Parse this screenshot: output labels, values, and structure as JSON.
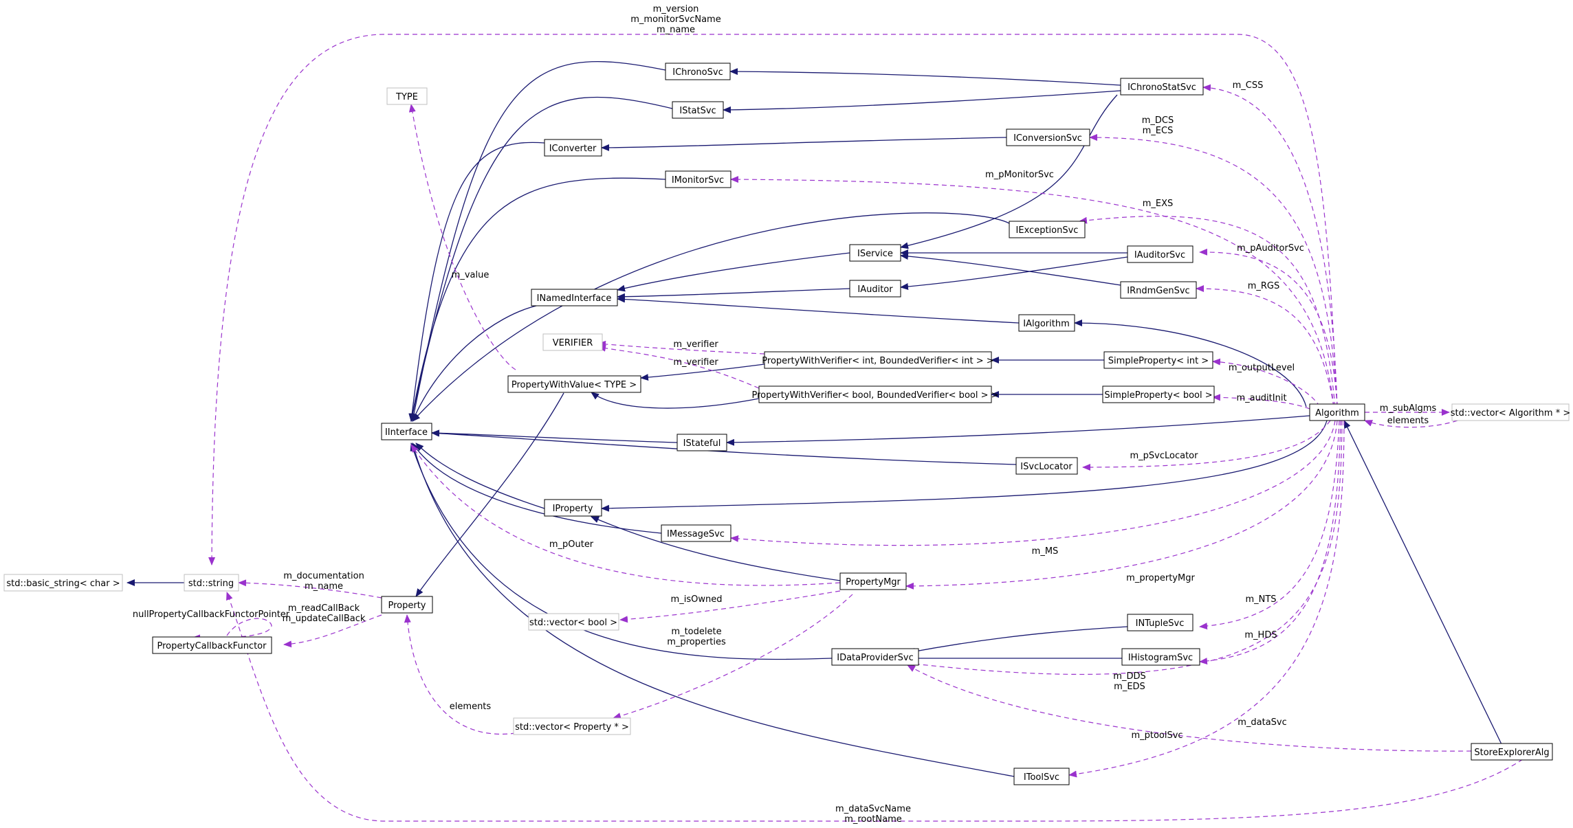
{
  "colors": {
    "inheritance": "#191970",
    "usage": "#9a32cd",
    "solid_border": "#000000",
    "grey_border": "#bfbfbf",
    "grey_text": "#000000",
    "highlight_fill": "#bfbfbf"
  },
  "nodes": [
    {
      "id": "StoreExplorerAlg",
      "label": "StoreExplorerAlg"
    },
    {
      "id": "Algorithm",
      "label": "Algorithm"
    },
    {
      "id": "IAlgorithm",
      "label": "IAlgorithm"
    },
    {
      "id": "INamedInterface",
      "label": "INamedInterface"
    },
    {
      "id": "IInterface",
      "label": "IInterface"
    },
    {
      "id": "IProperty",
      "label": "IProperty"
    },
    {
      "id": "IStateful",
      "label": "IStateful"
    },
    {
      "id": "IChronoStatSvc",
      "label": "IChronoStatSvc"
    },
    {
      "id": "IChronoSvc",
      "label": "IChronoSvc"
    },
    {
      "id": "IStatSvc",
      "label": "IStatSvc"
    },
    {
      "id": "IService",
      "label": "IService"
    },
    {
      "id": "IConversionSvc",
      "label": "IConversionSvc"
    },
    {
      "id": "IConverter",
      "label": "IConverter"
    },
    {
      "id": "IMonitorSvc",
      "label": "IMonitorSvc"
    },
    {
      "id": "IExceptionSvc",
      "label": "IExceptionSvc"
    },
    {
      "id": "IAuditorSvc",
      "label": "IAuditorSvc"
    },
    {
      "id": "IAuditor",
      "label": "IAuditor"
    },
    {
      "id": "IRndmGenSvc",
      "label": "IRndmGenSvc"
    },
    {
      "id": "ISvcLocator",
      "label": "ISvcLocator"
    },
    {
      "id": "IMessageSvc",
      "label": "IMessageSvc"
    },
    {
      "id": "PropertyMgr",
      "label": "PropertyMgr"
    },
    {
      "id": "INTupleSvc",
      "label": "INTupleSvc"
    },
    {
      "id": "IDataProviderSvc",
      "label": "IDataProviderSvc"
    },
    {
      "id": "IHistogramSvc",
      "label": "IHistogramSvc"
    },
    {
      "id": "IToolSvc",
      "label": "IToolSvc"
    },
    {
      "id": "SimplePropertyInt",
      "label": "SimpleProperty< int >"
    },
    {
      "id": "PWVInt",
      "label": "PropertyWithVerifier< int, BoundedVerifier< int > >"
    },
    {
      "id": "PropertyWithValue",
      "label": "PropertyWithValue< TYPE >"
    },
    {
      "id": "Property",
      "label": "Property"
    },
    {
      "id": "SimplePropertyBool",
      "label": "SimpleProperty< bool >"
    },
    {
      "id": "PWVBool",
      "label": "PropertyWithVerifier< bool, BoundedVerifier< bool > >"
    },
    {
      "id": "VERIFIER",
      "label": "VERIFIER"
    },
    {
      "id": "TYPE",
      "label": "TYPE"
    },
    {
      "id": "stdstring",
      "label": "std::string"
    },
    {
      "id": "basicstring",
      "label": "std::basic_string< char >"
    },
    {
      "id": "PropertyCallbackFunctor",
      "label": "PropertyCallbackFunctor"
    },
    {
      "id": "vectorBool",
      "label": "std::vector< bool >"
    },
    {
      "id": "vectorProperty",
      "label": "std::vector< Property * >"
    },
    {
      "id": "vectorAlgorithm",
      "label": "std::vector< Algorithm * >"
    }
  ],
  "edge_labels": {
    "m_version": "m_version",
    "m_monitorSvcName": "m_monitorSvcName",
    "m_name": "m_name",
    "m_CSS": "m_CSS",
    "m_DCS": "m_DCS",
    "m_ECS": "m_ECS",
    "m_pMonitorSvc": "m_pMonitorSvc",
    "m_EXS": "m_EXS",
    "m_pAuditorSvc": "m_pAuditorSvc",
    "m_RGS": "m_RGS",
    "m_value": "m_value",
    "m_verifier_1": "m_verifier",
    "m_verifier_2": "m_verifier",
    "m_outputLevel": "m_outputLevel",
    "m_auditInit": "m_auditInit",
    "m_subAlgms": "m_subAlgms",
    "elements_1": "elements",
    "m_pSvcLocator": "m_pSvcLocator",
    "m_pOuter": "m_pOuter",
    "m_MS": "m_MS",
    "m_documentation": "m_documentation",
    "m_name_2": "m_name",
    "m_readCallBack": "m_readCallBack",
    "m_updateCallBack": "m_updateCallBack",
    "nullPropertyCallbackFunctorPointer": "nullPropertyCallbackFunctorPointer",
    "m_propertyMgr": "m_propertyMgr",
    "m_isOwned": "m_isOwned",
    "m_NTS": "m_NTS",
    "m_todelete": "m_todelete",
    "m_properties": "m_properties",
    "m_HDS": "m_HDS",
    "m_DDS": "m_DDS",
    "m_EDS": "m_EDS",
    "elements_2": "elements",
    "m_dataSvc": "m_dataSvc",
    "m_ptoolSvc": "m_ptoolSvc",
    "m_dataSvcName": "m_dataSvcName",
    "m_rootName": "m_rootName"
  }
}
